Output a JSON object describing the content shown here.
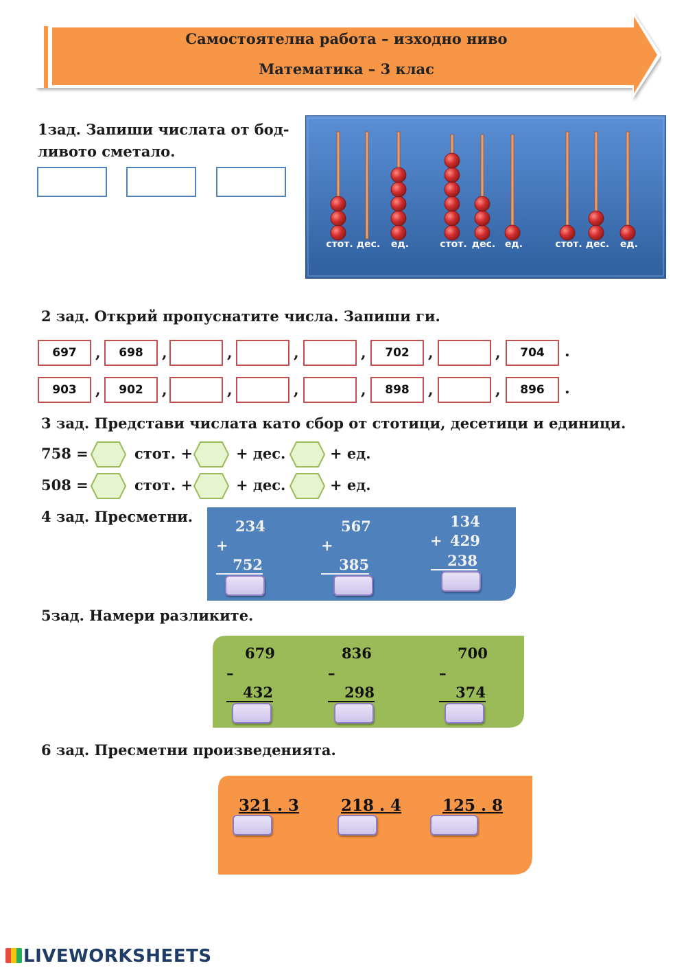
{
  "header": {
    "title": "Самостоятелна работа – изходно ниво",
    "subtitle": "Математика – 3 клас"
  },
  "task1": {
    "text_line1": "1зад. Запиши числата от бод-",
    "text_line2": "ливото сметало.",
    "answers": [
      "",
      "",
      ""
    ],
    "abacus": {
      "labels": [
        "стот.",
        "дес.",
        "ед.",
        "стот.",
        "дес.",
        "ед.",
        "стот.",
        "дес.",
        "ед."
      ],
      "bead_counts": [
        3,
        0,
        5,
        6,
        3,
        1,
        1,
        2,
        1
      ]
    }
  },
  "task2": {
    "text": "2 зад. Открий пропуснатите числа. Запиши ги.",
    "row1": [
      "697",
      "698",
      "",
      "",
      "",
      "702",
      "",
      "704"
    ],
    "row2": [
      "903",
      "902",
      "",
      "",
      "",
      "898",
      "",
      "896"
    ],
    "separator": ",",
    "end_mark": "."
  },
  "task3": {
    "text": "3 зад. Представи числата като сбор от стотици, десетици и единици.",
    "rows": [
      {
        "number": "758 =",
        "hundreds": "стот. +",
        "tens": "+ дес.",
        "units": "+ ед."
      },
      {
        "number": "508 =",
        "hundreds": "стот. +",
        "tens": "+ дес.",
        "units": "+ ед."
      }
    ]
  },
  "task4": {
    "text": "4 зад. Пресметни.",
    "problems": [
      {
        "a": "234",
        "op": "+",
        "b": "752"
      },
      {
        "a": "567",
        "op": "+",
        "b": "385"
      },
      {
        "a": "134",
        "op": "+",
        "b": "429",
        "c": "238"
      }
    ]
  },
  "task5": {
    "text": "5зад. Намери разликите.",
    "problems": [
      {
        "a": "679",
        "op": "–",
        "b": "432"
      },
      {
        "a": "836",
        "op": "–",
        "b": "298"
      },
      {
        "a": "700",
        "op": "–",
        "b": "374"
      }
    ]
  },
  "task6": {
    "text": "6 зад. Пресметни произведенията.",
    "problems": [
      "321 . 3",
      "218 . 4",
      "125 . 8"
    ]
  },
  "footer": {
    "logo_text": "LIVEWORKSHEETS"
  },
  "colors": {
    "orange": "#f79646",
    "blue_panel": "#4f81bd",
    "green_panel": "#9bbb59",
    "bead_red": "#c0392b",
    "box_red": "#c0504d",
    "box_blue": "#4f81bd"
  }
}
